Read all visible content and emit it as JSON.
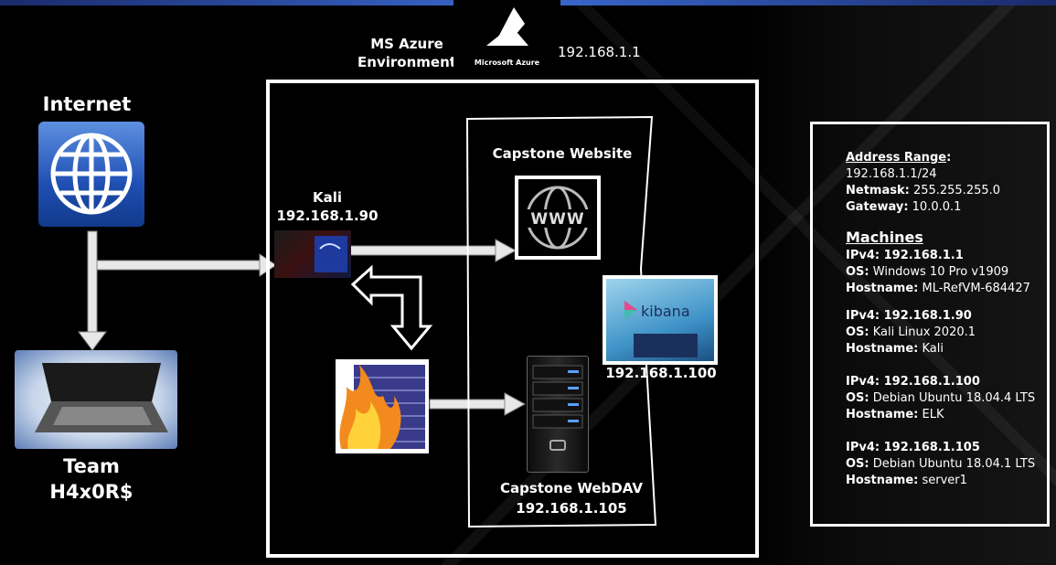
{
  "azure": {
    "label_line1": "MS Azure",
    "label_line2": "Environment",
    "logo_text": "Microsoft Azure",
    "ip": "192.168.1.1"
  },
  "internet": {
    "label": "Internet"
  },
  "team": {
    "line1": "Team",
    "line2": "H4x0R$"
  },
  "kali": {
    "name": "Kali",
    "ip": "192.168.1.90"
  },
  "website": {
    "label": "Capstone Website",
    "icon_text": "WWW"
  },
  "kibana": {
    "label": "kibana",
    "ip": "192.168.1.100"
  },
  "webdav": {
    "label": "Capstone WebDAV",
    "ip": "192.168.1.105"
  },
  "info": {
    "address_range_label": "Address Range",
    "address_range_colon": ":",
    "address_range_value": "192.168.1.1/24",
    "netmask_label": "Netmask:",
    "netmask_value": " 255.255.255.0",
    "gateway_label": "Gateway:",
    "gateway_value": " 10.0.0.1",
    "machines_label": "Machines",
    "machines": [
      {
        "ipv4": "IPv4: 192.168.1.1",
        "os_label": "OS:",
        "os": " Windows 10 Pro v1909",
        "host_label": "Hostname:",
        "host": " ML-RefVM-684427"
      },
      {
        "ipv4": "IPv4: 192.168.1.90",
        "os_label": "OS:",
        "os": " Kali Linux 2020.1",
        "host_label": "Hostname:",
        "host": " Kali"
      },
      {
        "ipv4": "IPv4: 192.168.1.100",
        "os_label": "OS:",
        "os": " Debian Ubuntu 18.04.4 LTS",
        "host_label": "Hostname:",
        "host": " ELK"
      },
      {
        "ipv4": "IPv4: 192.168.1.105",
        "os_label": "OS:",
        "os": " Debian Ubuntu 18.04.1 LTS",
        "host_label": "Hostname:",
        "host": " server1"
      }
    ]
  },
  "colors": {
    "arrow": "#e8e8e8",
    "globe_bg": "#1f4fb3",
    "firewall": "#3a3a8a"
  }
}
